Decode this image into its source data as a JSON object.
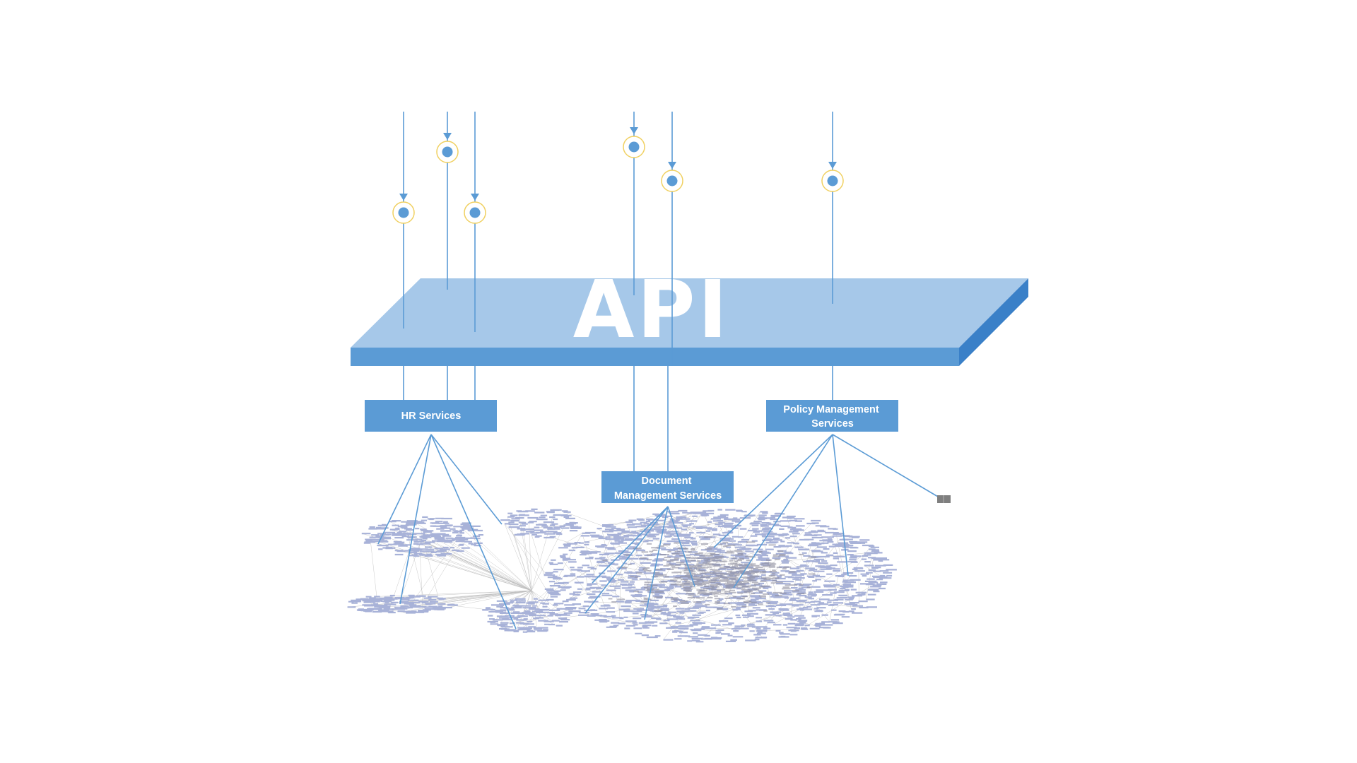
{
  "colors": {
    "background": "#ffffff",
    "api_top": "#a6c8e9",
    "api_front": "#5b9bd5",
    "api_side": "#3a80c8",
    "api_text": "#ffffff",
    "line": "#5b9bd5",
    "service_box": "#5b9bd5",
    "service_text": "#ffffff",
    "dot_fill": "#5b9bd5",
    "dot_ring": "#f0d060",
    "network_node": "#a8b2d8",
    "network_edge": "#bfbfbf",
    "marker": "#7f7f7f"
  },
  "api": {
    "label": "API"
  },
  "services": [
    {
      "id": "hr",
      "label_lines": [
        "HR Services"
      ]
    },
    {
      "id": "doc",
      "label_lines": [
        "Document",
        "Management Services"
      ]
    },
    {
      "id": "policy",
      "label_lines": [
        "Policy Management",
        "Services"
      ]
    }
  ],
  "incoming_requests": [
    {
      "service": "hr"
    },
    {
      "service": "hr"
    },
    {
      "service": "hr"
    },
    {
      "service": "doc"
    },
    {
      "service": "doc"
    },
    {
      "service": "policy"
    }
  ],
  "icons": {
    "request_token": "circle-dot-icon",
    "arrow": "arrowhead-icon",
    "marker": "small-square-icon"
  }
}
